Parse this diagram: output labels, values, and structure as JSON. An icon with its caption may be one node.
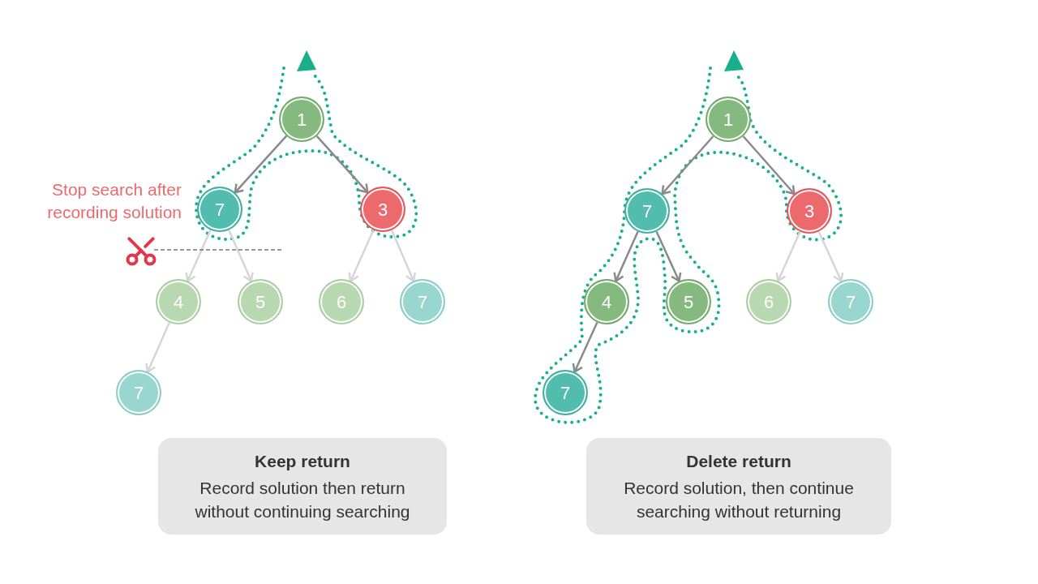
{
  "diagram": {
    "nodes": [
      {
        "text": [
          "1"
        ]
      },
      {
        "text": [
          "7"
        ]
      },
      {
        "text": [
          "3"
        ]
      },
      {
        "text": [
          "4"
        ]
      },
      {
        "text": [
          "5"
        ]
      },
      {
        "text": [
          "6"
        ]
      },
      {
        "text": [
          "7"
        ]
      },
      {
        "text": [
          "7"
        ]
      },
      {
        "text": [
          "1"
        ]
      },
      {
        "text": [
          "7"
        ]
      },
      {
        "text": [
          "3"
        ]
      },
      {
        "text": [
          "4"
        ]
      },
      {
        "text": [
          "5"
        ]
      },
      {
        "text": [
          "6"
        ]
      },
      {
        "text": [
          "7"
        ]
      },
      {
        "text": [
          "7"
        ]
      },
      {
        "text": [
          "Keep return",
          "Record solution then return without continuing searching"
        ]
      },
      {
        "text": [
          "Delete return",
          "Record solution, then continue searching without returning"
        ]
      }
    ],
    "edges": [
      {
        "from": 0,
        "to": 1,
        "arrow": "to"
      },
      {
        "from": 0,
        "to": 2,
        "arrow": "to"
      },
      {
        "from": 1,
        "to": 3,
        "arrow": "to",
        "color": "#d6d6d6"
      },
      {
        "from": 1,
        "to": 4,
        "arrow": "to",
        "color": "#d6d6d6"
      },
      {
        "from": 2,
        "to": 5,
        "arrow": "to",
        "color": "#d6d6d6"
      },
      {
        "from": 2,
        "to": 6,
        "arrow": "to",
        "color": "#d6d6d6"
      },
      {
        "from": 3,
        "to": 7,
        "arrow": "to",
        "color": "#d6d6d6"
      },
      {
        "from": 8,
        "to": 9,
        "arrow": "to"
      },
      {
        "from": 8,
        "to": 10,
        "arrow": "to"
      },
      {
        "from": 9,
        "to": 11,
        "arrow": "to"
      },
      {
        "from": 9,
        "to": 12,
        "arrow": "to"
      },
      {
        "from": 10,
        "to": 13,
        "arrow": "to",
        "color": "#d6d6d6"
      },
      {
        "from": 10,
        "to": 14,
        "arrow": "to",
        "color": "#d6d6d6"
      },
      {
        "from": 11,
        "to": 15,
        "arrow": "to"
      }
    ],
    "labels": [
      "Stop search after recording solution"
    ]
  }
}
